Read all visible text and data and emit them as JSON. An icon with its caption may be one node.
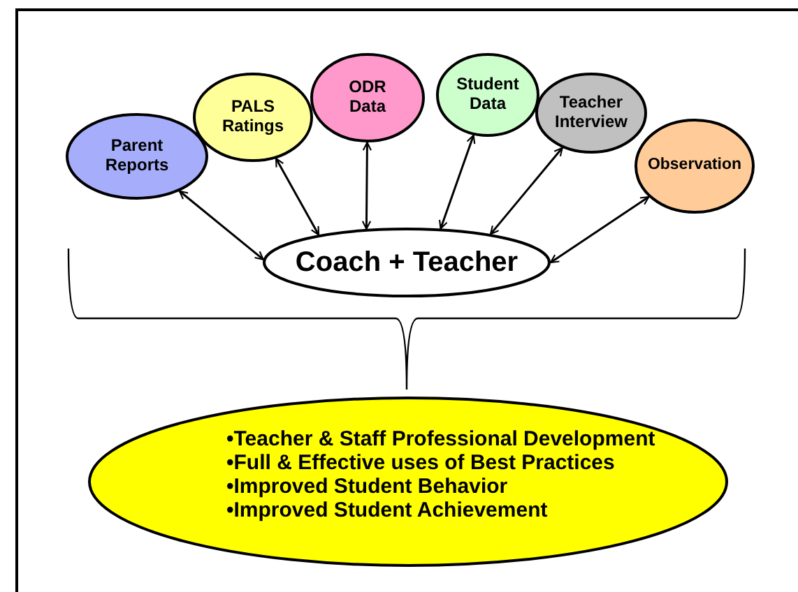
{
  "diagram": {
    "nodes": [
      {
        "text": [
          "Parent Reports"
        ]
      },
      {
        "text": [
          "PALS Ratings"
        ]
      },
      {
        "text": [
          "ODR Data"
        ]
      },
      {
        "text": [
          "Student Data"
        ]
      },
      {
        "text": [
          "Teacher Interview"
        ]
      },
      {
        "text": [
          "Observation"
        ]
      },
      {
        "text": [
          "Coach + Teacher"
        ]
      },
      {
        "text": [
          "•Teacher & Staff Professional Development",
          "•Full & Effective uses of Best Practices",
          "•Improved Student Behavior",
          "•Improved Student Achievement"
        ]
      }
    ],
    "edges": [
      {
        "from": 6,
        "to": 0,
        "arrow": "both"
      },
      {
        "from": 6,
        "to": 1,
        "arrow": "both"
      },
      {
        "from": 6,
        "to": 2,
        "arrow": "both"
      },
      {
        "from": 6,
        "to": 3,
        "arrow": "both"
      },
      {
        "from": 6,
        "to": 4,
        "arrow": "both"
      },
      {
        "from": 6,
        "to": 5,
        "arrow": "both"
      }
    ]
  }
}
